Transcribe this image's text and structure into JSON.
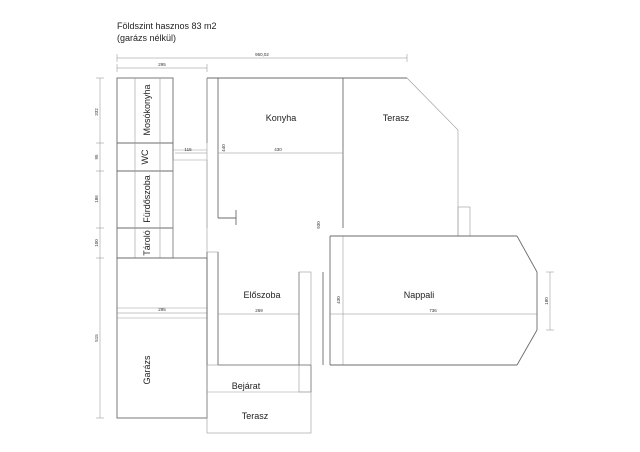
{
  "title": {
    "line1": "Földszint hasznos 83 m2",
    "line2": "(garázs nélkül)"
  },
  "rooms": {
    "mosokonyha": "Mosókonyha",
    "wc": "WC",
    "furdoszoba": "Fürdőszoba",
    "tarolo": "Tároló",
    "garazs": "Garázs",
    "konyha": "Konyha",
    "terasz_top": "Terasz",
    "eloszoba": "Előszoba",
    "nappali": "Nappali",
    "bejarat": "Bejárat",
    "terasz_bottom": "Terasz"
  },
  "dimensions": {
    "total_width": "950,02",
    "left_width_top": "295",
    "wc_corridor": "115",
    "kitchen_height": "440",
    "kitchen_width": "430",
    "mid_height": "930",
    "left_width_bottom": "295",
    "hall_width": "269",
    "nappali_height": "430",
    "nappali_width": "736",
    "nappali_right": "180",
    "left_h1": "332",
    "left_h2": "95",
    "left_h3": "186",
    "left_h4": "100",
    "left_h5": "515"
  }
}
